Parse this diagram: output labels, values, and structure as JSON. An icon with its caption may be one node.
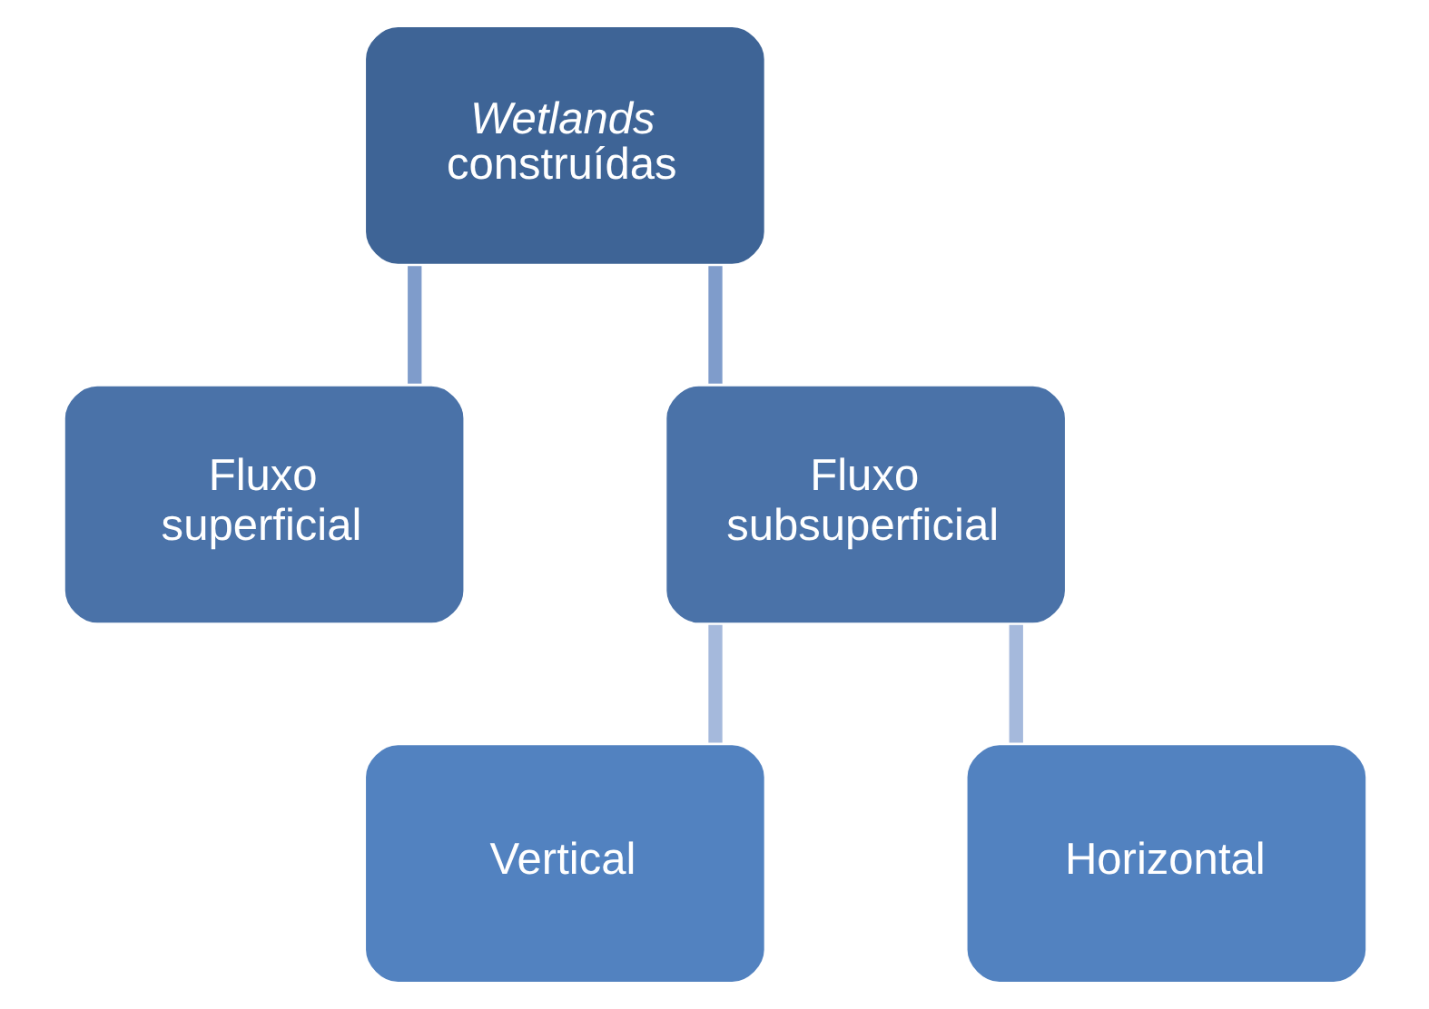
{
  "diagram": {
    "nodes": [
      {
        "text": [
          "*Wetlands* construídas"
        ]
      },
      {
        "text": [
          "Fluxo superficial"
        ]
      },
      {
        "text": [
          "Fluxo subsuperficial"
        ]
      },
      {
        "text": [
          "Vertical"
        ]
      },
      {
        "text": [
          "Horizontal"
        ]
      }
    ],
    "edges": [
      {
        "from": 0,
        "to": 1,
        "arrow": "none"
      },
      {
        "from": 0,
        "to": 2,
        "arrow": "none"
      },
      {
        "from": 2,
        "to": 3,
        "arrow": "none",
        "color": "#a5b9dc"
      },
      {
        "from": 2,
        "to": 4,
        "arrow": "none",
        "color": "#a5b9dc"
      }
    ]
  }
}
